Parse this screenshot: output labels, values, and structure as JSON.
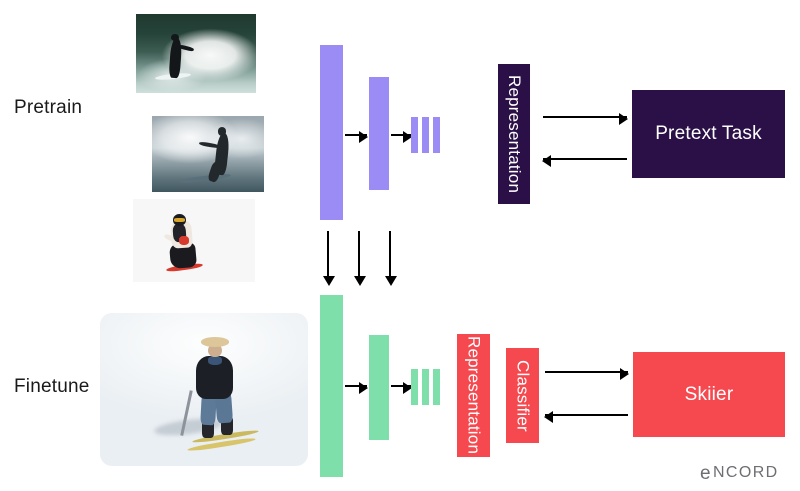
{
  "diagram": {
    "title": "Self-supervised pretrain and finetune pipeline",
    "background_color": "#ffffff",
    "colors": {
      "purple_bar": "#9b8bf4",
      "green_bar": "#7fdfab",
      "dark_box": "#2a1047",
      "red_box": "#f5484f",
      "arrow": "#000000",
      "label_text": "#1a1a1a",
      "logo_text": "#6e6e73"
    }
  },
  "rows": {
    "pretrain": {
      "label": "Pretrain",
      "images": [
        {
          "name": "surfer-wave-photo",
          "alt": "Surfer riding a green wave"
        },
        {
          "name": "surfer-grey-photo",
          "alt": "Surfer silhouette on grey foamy wave"
        },
        {
          "name": "snowboarder-photo",
          "alt": "Snowboarder on white background"
        }
      ],
      "encoder": {
        "name": "purple-encoder",
        "bars": [
          "input-layer-bar",
          "hidden-layer-bar",
          "feature-bar-1",
          "feature-bar-2",
          "feature-bar-3"
        ],
        "arrows": [
          "encoder-arrow-1",
          "encoder-arrow-2"
        ]
      },
      "representation_label": "Representation",
      "task_label": "Pretext Task",
      "forward_arrow": "representation-to-pretext",
      "backward_arrow": "pretext-to-representation"
    },
    "finetune": {
      "label": "Finetune",
      "images": [
        {
          "name": "skier-photo",
          "alt": "Older man skiing downhill on snow"
        }
      ],
      "encoder": {
        "name": "green-encoder",
        "bars": [
          "input-layer-bar",
          "hidden-layer-bar",
          "feature-bar-1",
          "feature-bar-2",
          "feature-bar-3"
        ],
        "arrows": [
          "encoder-arrow-1",
          "encoder-arrow-2"
        ]
      },
      "representation_label": "Representation",
      "classifier_label": "Classifier",
      "output_label": "Skiier",
      "forward_arrow": "classifier-to-output",
      "backward_arrow": "output-to-classifier"
    }
  },
  "transfer_arrows": {
    "name": "weight-transfer-arrows",
    "count": 3,
    "direction": "down"
  },
  "logo": {
    "glyph": "e",
    "text": "NCORD",
    "full_text": "eNCORD"
  }
}
